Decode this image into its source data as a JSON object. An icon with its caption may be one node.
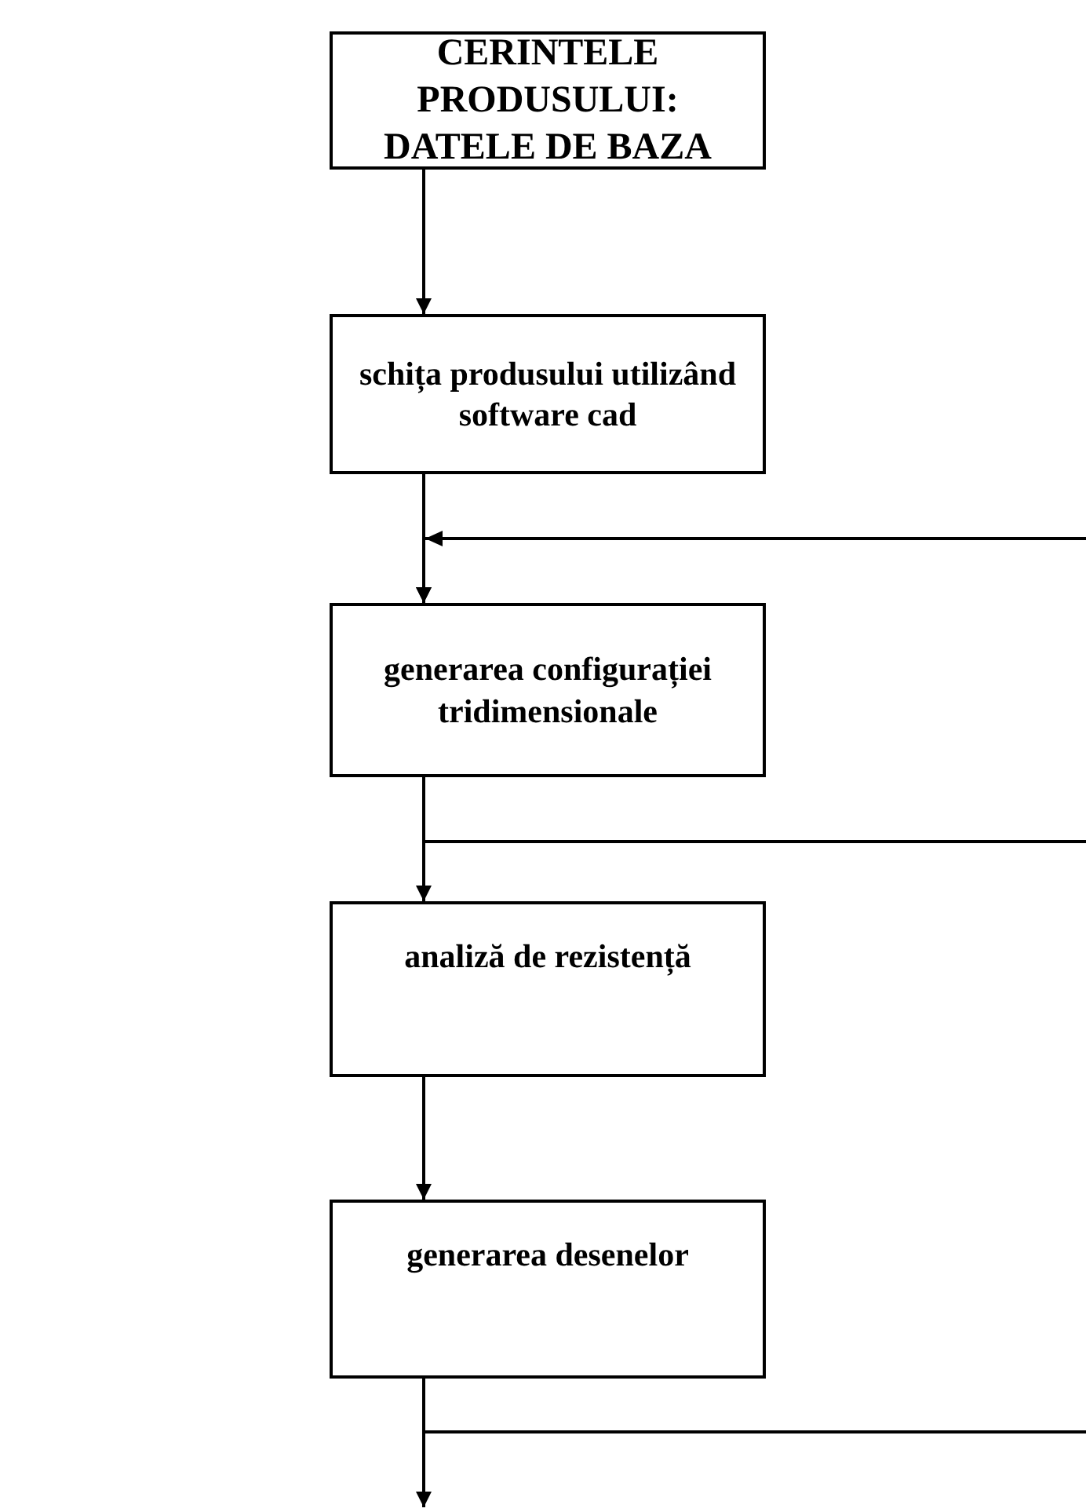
{
  "diagram": {
    "nodes": [
      {
        "text": [
          "CERINTELE PRODUSULUI: DATELE DE BAZA"
        ]
      },
      {
        "text": [
          "schița produsului utilizând software cad"
        ]
      },
      {
        "text": [
          "generarea configurației tridimensionale"
        ]
      },
      {
        "text": [
          "analiză de rezistență"
        ]
      },
      {
        "text": [
          "generarea desenelor"
        ]
      }
    ],
    "edges": [
      {
        "from": 0,
        "to": 1,
        "arrow": "to"
      },
      {
        "from": 1,
        "to": 2,
        "arrow": "to"
      },
      {
        "from": null,
        "to": 2,
        "arrow": "to"
      },
      {
        "from": 2,
        "to": 3,
        "arrow": "to"
      },
      {
        "from": 2,
        "to": null,
        "arrow": "none"
      },
      {
        "from": 3,
        "to": 4,
        "arrow": "to"
      },
      {
        "from": 4,
        "to": null,
        "arrow": "to"
      },
      {
        "from": 4,
        "to": null,
        "arrow": "none"
      }
    ]
  }
}
